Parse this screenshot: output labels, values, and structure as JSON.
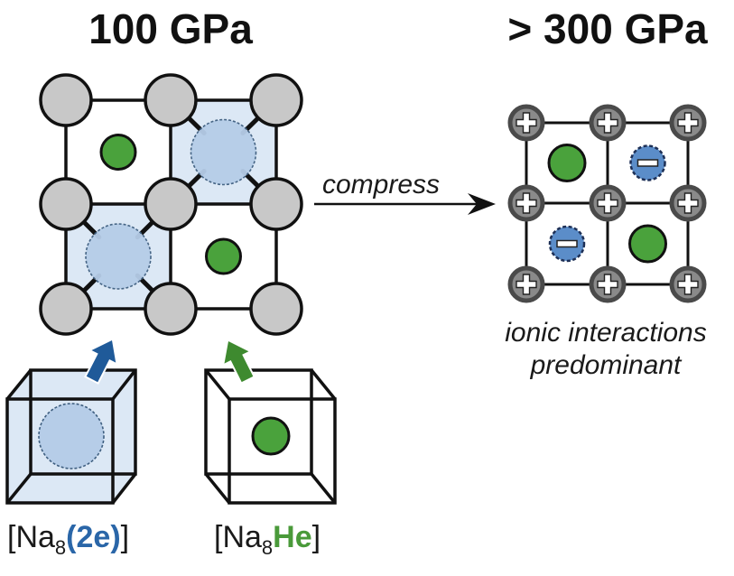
{
  "titles": {
    "left": "100 GPa",
    "right": "> 300 GPa"
  },
  "arrow": {
    "label": "compress"
  },
  "right_caption": {
    "line1": "ionic interactions",
    "line2": "predominant"
  },
  "labels": {
    "electride": {
      "open": "[Na",
      "subscript": "8",
      "highlight": "(2e)",
      "close": "]"
    },
    "helium": {
      "open": "[Na",
      "subscript": "8",
      "highlight": "He",
      "close": "]"
    }
  },
  "colors": {
    "na_atom_fill": "#c8c8c8",
    "he_atom_fill": "#4aa23c",
    "electron_region_fill": "#dce8f5",
    "electron_blob_fill": "#b6cde8",
    "electron_blob_border": "#3f5f80",
    "cation_ring": "#4a4a4a",
    "cation_fill": "#8a8a8a",
    "anion_fill": "#5b8dc9",
    "anion_border": "#1d2f55",
    "electride_arrow": "#1f5a99",
    "helium_arrow": "#3e8a2f",
    "electride_text": "#2a66a8",
    "helium_text": "#4a9a3a",
    "line": "#111111"
  },
  "left_lattice": {
    "cells": [
      {
        "position": "top-left",
        "content": "He"
      },
      {
        "position": "top-right",
        "content": "2e"
      },
      {
        "position": "bottom-left",
        "content": "2e"
      },
      {
        "position": "bottom-right",
        "content": "He"
      }
    ],
    "node_type": "Na"
  },
  "right_lattice": {
    "cells": [
      {
        "position": "top-left",
        "content": "He"
      },
      {
        "position": "top-right",
        "content": "anion"
      },
      {
        "position": "bottom-left",
        "content": "anion"
      },
      {
        "position": "bottom-right",
        "content": "He"
      }
    ],
    "node_type": "Na+",
    "cation_symbol": "+",
    "anion_symbol": "−"
  }
}
